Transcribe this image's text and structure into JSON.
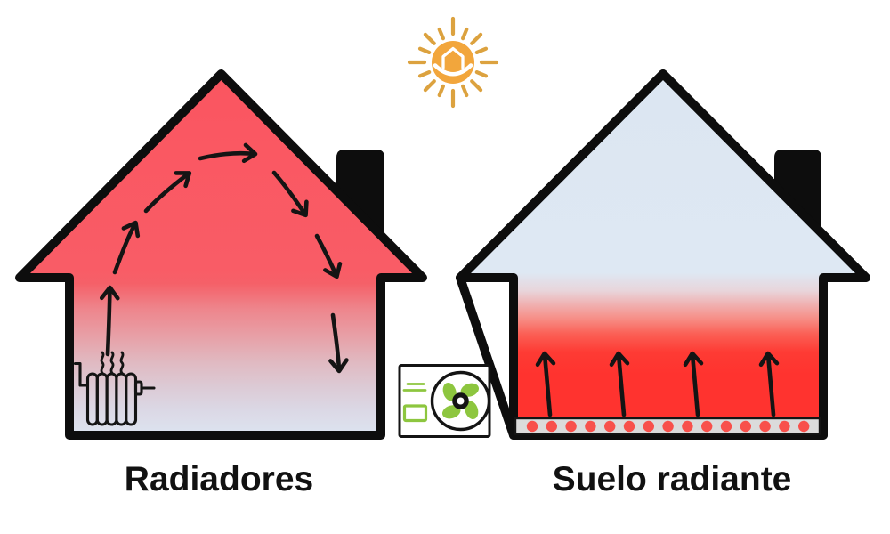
{
  "scene": {
    "sun": {
      "icon": "sun-house-smile-icon"
    },
    "left_house": {
      "label": "Radiadores",
      "heat_source_icon": "radiator-icon",
      "airflow_arrow_count": 7,
      "airflow_pattern": "convection-loop",
      "gradient_top": "#FA5560",
      "gradient_bottom": "#DDE4F0"
    },
    "heat_pump": {
      "icon": "heat-pump-unit-icon",
      "fan_icon": "fan-icon"
    },
    "right_house": {
      "label": "Suelo radiante",
      "heat_source_icon": "underfloor-pipes-strip",
      "floor_pipe_dot_count": 15,
      "airflow_arrow_count": 4,
      "airflow_pattern": "rising-from-floor",
      "gradient_top": "#DCE6F2",
      "gradient_bottom": "#FF332F"
    }
  },
  "colors": {
    "background": "#FFFFFF",
    "outline": "#0D0D0D",
    "arrow": "#141414",
    "hot-red": "#FA5560",
    "floor-red": "#FF332F",
    "cool-blue": "#DCE6F2",
    "pale-blue": "#DDE4F0",
    "sun-orange": "#F2A63C",
    "ray-gold": "#DCA23F",
    "pump-green": "#8DC63F",
    "floor-gray": "#DBDBDB",
    "pipe-dot-red": "#F8504B"
  }
}
